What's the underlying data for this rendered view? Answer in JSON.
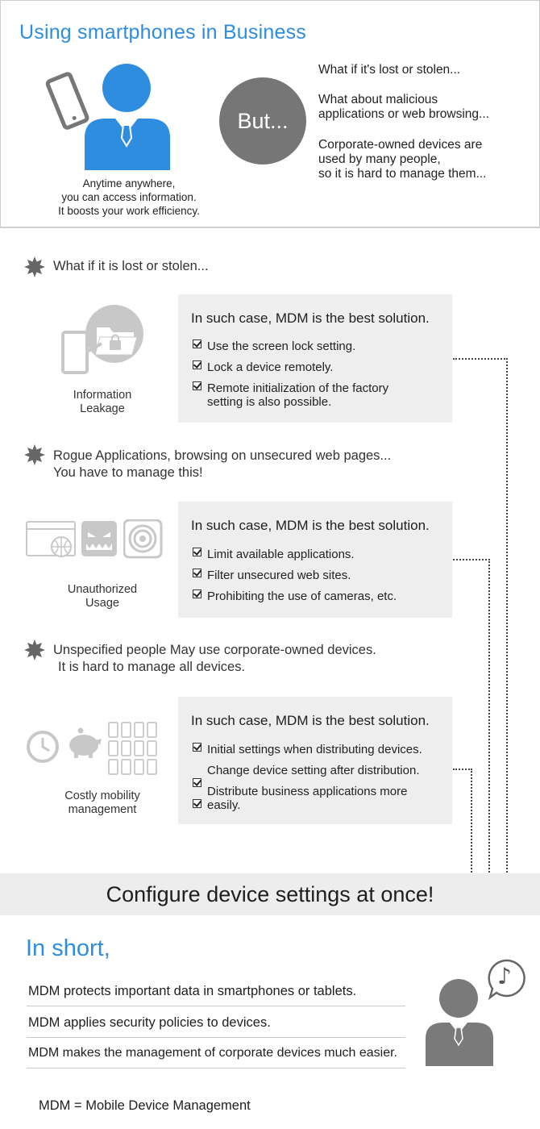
{
  "top": {
    "title": "Using smartphones in Business",
    "caption_line1": "Anytime anywhere,",
    "caption_line2": "you can access information.",
    "caption_line3": "It boosts your work efficiency.",
    "but_label": "But...",
    "concerns": [
      [
        "What if it's lost or stolen..."
      ],
      [
        "What about malicious",
        "applications or web browsing..."
      ],
      [
        "Corporate-owned devices are",
        "used by many people,",
        "so it is hard to manage them..."
      ]
    ]
  },
  "sections": [
    {
      "heading": [
        "What if it is lost or stolen..."
      ],
      "icon_label": [
        "Information",
        "Leakage"
      ],
      "box_title": "In such case, MDM is the best solution.",
      "items": [
        [
          "Use the screen lock setting."
        ],
        [
          "Lock a device remotely."
        ],
        [
          "Remote initialization of the factory",
          "setting is also possible."
        ]
      ]
    },
    {
      "heading": [
        "Rogue Applications, browsing on unsecured web pages...",
        "You have to manage this!"
      ],
      "icon_label": [
        "Unauthorized",
        "Usage"
      ],
      "box_title": "In such case, MDM is the best solution.",
      "items": [
        [
          "Limit available applications."
        ],
        [
          "Filter unsecured web sites."
        ],
        [
          "Prohibiting the use of cameras, etc."
        ]
      ]
    },
    {
      "heading": [
        "Unspecified people May use corporate-owned devices.",
        "It is hard to manage all devices."
      ],
      "icon_label": [
        "Costly mobility",
        "management"
      ],
      "box_title": "In such case, MDM is the best solution.",
      "items": [
        [
          "Initial settings when distributing devices."
        ],
        [
          "Change device setting after distribution."
        ],
        [
          "Distribute business applications more",
          "easily."
        ]
      ]
    }
  ],
  "banner": "Configure device settings at once!",
  "short": {
    "title": "In short,",
    "rows": [
      "MDM protects important data in smartphones or tablets.",
      "MDM applies security policies to devices.",
      "MDM makes the management of corporate devices much easier."
    ],
    "note_symbol": "♪"
  },
  "footnote": "MDM = Mobile Device Management",
  "colors": {
    "accent_blue": "#2e8ddf",
    "box_gray": "#eeeeee",
    "circle_gray": "#767676",
    "icon_gray": "#c8c8c8"
  }
}
